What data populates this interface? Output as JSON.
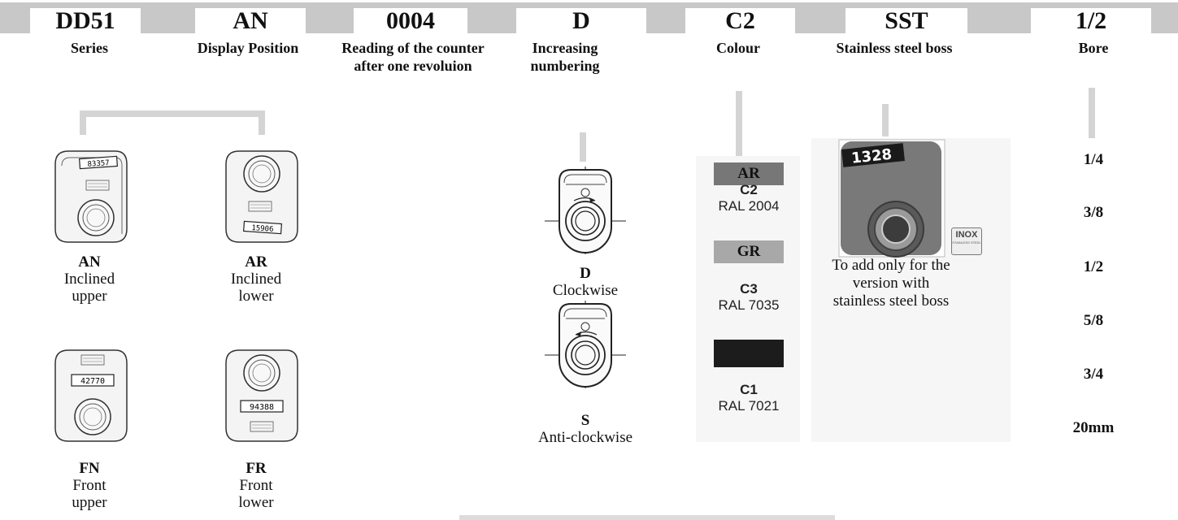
{
  "codes": [
    "DD51",
    "AN",
    "0004",
    "D",
    "C2",
    "SST",
    "1/2"
  ],
  "labels": {
    "series": "Series",
    "display_position": "Display Position",
    "reading": "Reading of the counter after one revoluion",
    "increasing": "Increasing numbering",
    "colour": "Colour",
    "stainless": "Stainless steel boss",
    "bore": "Bore"
  },
  "positions": [
    {
      "code": "AN",
      "desc": "Inclined upper",
      "display": "83357"
    },
    {
      "code": "AR",
      "desc": "Inclined lower",
      "display": "15906"
    },
    {
      "code": "FN",
      "desc": "Front upper",
      "display": "42770"
    },
    {
      "code": "FR",
      "desc": "Front lower",
      "display": "94388"
    }
  ],
  "directions": [
    {
      "code": "D",
      "desc": "Clockwise"
    },
    {
      "code": "S",
      "desc": "Anti-clockwise"
    }
  ],
  "colours": [
    {
      "swatch": "AR",
      "code": "C2",
      "ral": "RAL 2004",
      "color": "#777777",
      "text_color": "#111111"
    },
    {
      "swatch": "GR",
      "code": "C3",
      "ral": "RAL 7035",
      "color": "#a8a8a8",
      "text_color": "#111111"
    },
    {
      "swatch": "",
      "code": "C1",
      "ral": "RAL 7021",
      "color": "#1c1c1c",
      "text_color": "#ffffff"
    }
  ],
  "stainless": {
    "photo_digits": "1328",
    "badge_title": "INOX",
    "badge_sub": "STAINLESS STEEL",
    "note": "To add only for the version with stainless steel boss"
  },
  "bores": [
    "1/4",
    "3/8",
    "1/2",
    "5/8",
    "3/4",
    "20mm"
  ]
}
